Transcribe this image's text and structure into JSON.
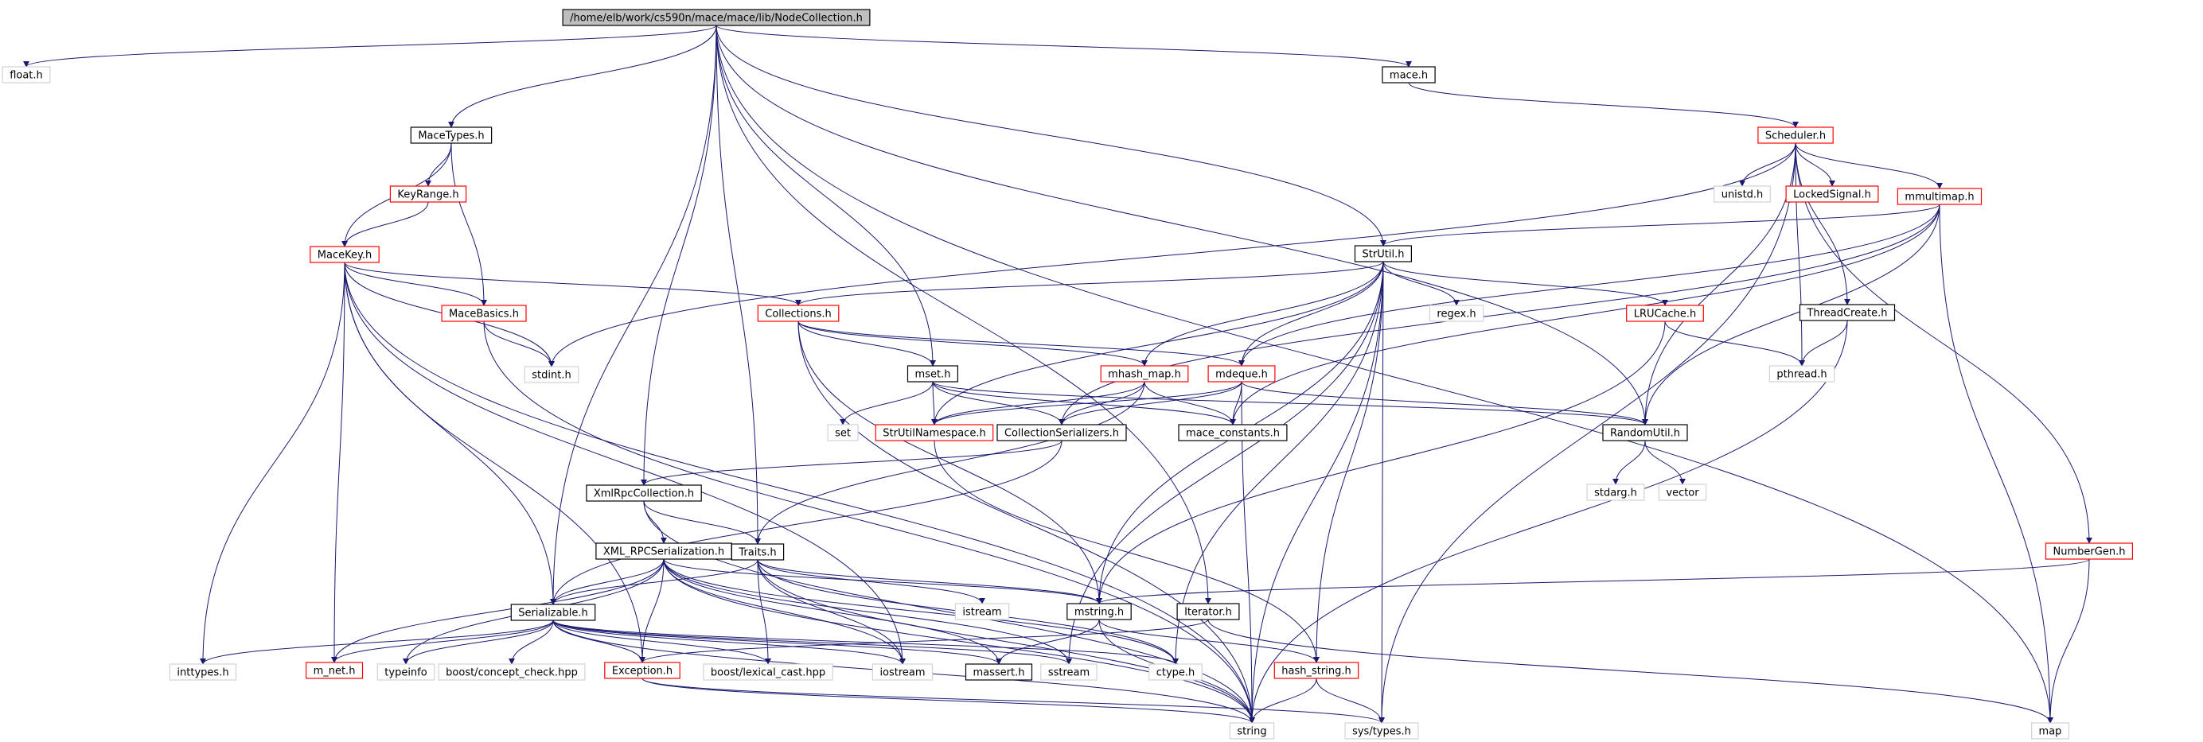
{
  "colors": {
    "edge": "#191970",
    "root_fill": "#bfbfbf",
    "documented_border": "#000000",
    "undocumented_border": "#ff0000",
    "external_border": "#d3d3d3",
    "text": "#000000"
  },
  "nodes": [
    {
      "id": "root",
      "label": "/home/elb/work/cs590n/mace/mace/lib/NodeCollection.h",
      "kind": "root"
    },
    {
      "id": "float",
      "label": "float.h",
      "kind": "external"
    },
    {
      "id": "macetypes",
      "label": "MaceTypes.h",
      "kind": "documented"
    },
    {
      "id": "keyrange",
      "label": "KeyRange.h",
      "kind": "undocumented"
    },
    {
      "id": "macekey",
      "label": "MaceKey.h",
      "kind": "undocumented"
    },
    {
      "id": "macebasics",
      "label": "MaceBasics.h",
      "kind": "undocumented"
    },
    {
      "id": "stdint",
      "label": "stdint.h",
      "kind": "external"
    },
    {
      "id": "collections",
      "label": "Collections.h",
      "kind": "undocumented"
    },
    {
      "id": "mace",
      "label": "mace.h",
      "kind": "documented"
    },
    {
      "id": "scheduler",
      "label": "Scheduler.h",
      "kind": "undocumented"
    },
    {
      "id": "unistd",
      "label": "unistd.h",
      "kind": "external"
    },
    {
      "id": "lockedsignal",
      "label": "LockedSignal.h",
      "kind": "undocumented"
    },
    {
      "id": "mmultimap",
      "label": "mmultimap.h",
      "kind": "undocumented"
    },
    {
      "id": "strutil",
      "label": "StrUtil.h",
      "kind": "documented"
    },
    {
      "id": "regex",
      "label": "regex.h",
      "kind": "external"
    },
    {
      "id": "lrucache",
      "label": "LRUCache.h",
      "kind": "undocumented"
    },
    {
      "id": "threadcreate",
      "label": "ThreadCreate.h",
      "kind": "documented"
    },
    {
      "id": "pthread",
      "label": "pthread.h",
      "kind": "external"
    },
    {
      "id": "mset",
      "label": "mset.h",
      "kind": "documented"
    },
    {
      "id": "mhashmap",
      "label": "mhash_map.h",
      "kind": "undocumented"
    },
    {
      "id": "mdeque",
      "label": "mdeque.h",
      "kind": "undocumented"
    },
    {
      "id": "set",
      "label": "set",
      "kind": "external"
    },
    {
      "id": "strutilns",
      "label": "StrUtilNamespace.h",
      "kind": "undocumented"
    },
    {
      "id": "collser",
      "label": "CollectionSerializers.h",
      "kind": "documented"
    },
    {
      "id": "maceconst",
      "label": "mace_constants.h",
      "kind": "documented"
    },
    {
      "id": "randomutil",
      "label": "RandomUtil.h",
      "kind": "documented"
    },
    {
      "id": "stdarg",
      "label": "stdarg.h",
      "kind": "external"
    },
    {
      "id": "vector",
      "label": "vector",
      "kind": "external"
    },
    {
      "id": "xmlrpccoll",
      "label": "XmlRpcCollection.h",
      "kind": "documented"
    },
    {
      "id": "xmlrpcser",
      "label": "XML_RPCSerialization.h",
      "kind": "documented"
    },
    {
      "id": "traits",
      "label": "Traits.h",
      "kind": "documented"
    },
    {
      "id": "istream",
      "label": "istream",
      "kind": "external"
    },
    {
      "id": "mstring",
      "label": "mstring.h",
      "kind": "documented"
    },
    {
      "id": "iterator",
      "label": "Iterator.h",
      "kind": "documented"
    },
    {
      "id": "numbergen",
      "label": "NumberGen.h",
      "kind": "undocumented"
    },
    {
      "id": "serializable",
      "label": "Serializable.h",
      "kind": "documented"
    },
    {
      "id": "inttypes",
      "label": "inttypes.h",
      "kind": "external"
    },
    {
      "id": "mnet",
      "label": "m_net.h",
      "kind": "undocumented"
    },
    {
      "id": "typeinfo",
      "label": "typeinfo",
      "kind": "external"
    },
    {
      "id": "concept",
      "label": "boost/concept_check.hpp",
      "kind": "external"
    },
    {
      "id": "exception",
      "label": "Exception.h",
      "kind": "undocumented"
    },
    {
      "id": "lexical",
      "label": "boost/lexical_cast.hpp",
      "kind": "external"
    },
    {
      "id": "iostream",
      "label": "iostream",
      "kind": "external"
    },
    {
      "id": "massert",
      "label": "massert.h",
      "kind": "documented"
    },
    {
      "id": "sstream",
      "label": "sstream",
      "kind": "external"
    },
    {
      "id": "ctype",
      "label": "ctype.h",
      "kind": "external"
    },
    {
      "id": "hashstring",
      "label": "hash_string.h",
      "kind": "undocumented"
    },
    {
      "id": "string",
      "label": "string",
      "kind": "external"
    },
    {
      "id": "systypes",
      "label": "sys/types.h",
      "kind": "external"
    },
    {
      "id": "map",
      "label": "map",
      "kind": "external"
    }
  ],
  "edges": [
    [
      "root",
      "float"
    ],
    [
      "root",
      "macetypes"
    ],
    [
      "root",
      "mace"
    ],
    [
      "root",
      "strutil"
    ],
    [
      "root",
      "mset"
    ],
    [
      "root",
      "xmlrpccoll"
    ],
    [
      "root",
      "traits"
    ],
    [
      "root",
      "iterator"
    ],
    [
      "root",
      "serializable"
    ],
    [
      "root",
      "randomutil"
    ],
    [
      "root",
      "map"
    ],
    [
      "macetypes",
      "keyrange"
    ],
    [
      "macetypes",
      "macekey"
    ],
    [
      "macetypes",
      "macebasics"
    ],
    [
      "keyrange",
      "macekey"
    ],
    [
      "macekey",
      "macebasics"
    ],
    [
      "macekey",
      "stdint"
    ],
    [
      "macekey",
      "collections"
    ],
    [
      "macekey",
      "serializable"
    ],
    [
      "macekey",
      "inttypes"
    ],
    [
      "macekey",
      "mnet"
    ],
    [
      "macekey",
      "exception"
    ],
    [
      "macekey",
      "string"
    ],
    [
      "macekey",
      "iostream"
    ],
    [
      "macebasics",
      "stdint"
    ],
    [
      "macebasics",
      "string"
    ],
    [
      "mace",
      "scheduler"
    ],
    [
      "scheduler",
      "stdint"
    ],
    [
      "scheduler",
      "unistd"
    ],
    [
      "scheduler",
      "lockedsignal"
    ],
    [
      "scheduler",
      "mmultimap"
    ],
    [
      "scheduler",
      "threadcreate"
    ],
    [
      "scheduler",
      "pthread"
    ],
    [
      "scheduler",
      "numbergen"
    ],
    [
      "scheduler",
      "systypes"
    ],
    [
      "scheduler",
      "randomutil"
    ],
    [
      "mmultimap",
      "strutil"
    ],
    [
      "mmultimap",
      "mdeque"
    ],
    [
      "mmultimap",
      "collser"
    ],
    [
      "mmultimap",
      "maceconst"
    ],
    [
      "mmultimap",
      "randomutil"
    ],
    [
      "mmultimap",
      "map"
    ],
    [
      "strutil",
      "collections"
    ],
    [
      "strutil",
      "regex"
    ],
    [
      "strutil",
      "lrucache"
    ],
    [
      "strutil",
      "mhashmap"
    ],
    [
      "strutil",
      "mdeque"
    ],
    [
      "strutil",
      "strutilns"
    ],
    [
      "strutil",
      "hashstring"
    ],
    [
      "strutil",
      "string"
    ],
    [
      "strutil",
      "ctype"
    ],
    [
      "strutil",
      "sstream"
    ],
    [
      "strutil",
      "mstring"
    ],
    [
      "strutil",
      "systypes"
    ],
    [
      "lrucache",
      "pthread"
    ],
    [
      "lrucache",
      "mstring"
    ],
    [
      "threadcreate",
      "pthread"
    ],
    [
      "threadcreate",
      "string"
    ],
    [
      "collections",
      "mset"
    ],
    [
      "collections",
      "mhashmap"
    ],
    [
      "collections",
      "mdeque"
    ],
    [
      "collections",
      "mstring"
    ],
    [
      "collections",
      "string"
    ],
    [
      "mset",
      "set"
    ],
    [
      "mset",
      "strutilns"
    ],
    [
      "mset",
      "collser"
    ],
    [
      "mset",
      "maceconst"
    ],
    [
      "mset",
      "randomutil"
    ],
    [
      "mhashmap",
      "strutilns"
    ],
    [
      "mhashmap",
      "collser"
    ],
    [
      "mhashmap",
      "maceconst"
    ],
    [
      "mhashmap",
      "traits"
    ],
    [
      "mdeque",
      "strutilns"
    ],
    [
      "mdeque",
      "collser"
    ],
    [
      "mdeque",
      "maceconst"
    ],
    [
      "mdeque",
      "randomutil"
    ],
    [
      "mdeque",
      "string"
    ],
    [
      "strutilns",
      "hashstring"
    ],
    [
      "collser",
      "xmlrpccoll"
    ],
    [
      "collser",
      "serializable"
    ],
    [
      "randomutil",
      "stdarg"
    ],
    [
      "randomutil",
      "vector"
    ],
    [
      "xmlrpccoll",
      "xmlrpcser"
    ],
    [
      "xmlrpccoll",
      "traits"
    ],
    [
      "xmlrpccoll",
      "string"
    ],
    [
      "xmlrpcser",
      "serializable"
    ],
    [
      "xmlrpcser",
      "mnet"
    ],
    [
      "xmlrpcser",
      "typeinfo"
    ],
    [
      "xmlrpcser",
      "exception"
    ],
    [
      "xmlrpcser",
      "iostream"
    ],
    [
      "xmlrpcser",
      "sstream"
    ],
    [
      "xmlrpcser",
      "ctype"
    ],
    [
      "xmlrpcser",
      "mstring"
    ],
    [
      "xmlrpcser",
      "string"
    ],
    [
      "xmlrpcser",
      "massert"
    ],
    [
      "traits",
      "serializable"
    ],
    [
      "traits",
      "istream"
    ],
    [
      "traits",
      "mstring"
    ],
    [
      "traits",
      "lexical"
    ],
    [
      "traits",
      "iostream"
    ],
    [
      "traits",
      "ctype"
    ],
    [
      "traits",
      "string"
    ],
    [
      "mstring",
      "hashstring"
    ],
    [
      "mstring",
      "massert"
    ],
    [
      "mstring",
      "string"
    ],
    [
      "iterator",
      "map"
    ],
    [
      "iterator",
      "exception"
    ],
    [
      "numbergen",
      "mstring"
    ],
    [
      "numbergen",
      "map"
    ],
    [
      "serializable",
      "inttypes"
    ],
    [
      "serializable",
      "mnet"
    ],
    [
      "serializable",
      "typeinfo"
    ],
    [
      "serializable",
      "concept"
    ],
    [
      "serializable",
      "exception"
    ],
    [
      "serializable",
      "lexical"
    ],
    [
      "serializable",
      "iostream"
    ],
    [
      "serializable",
      "massert"
    ],
    [
      "serializable",
      "sstream"
    ],
    [
      "serializable",
      "ctype"
    ],
    [
      "serializable",
      "string"
    ],
    [
      "exception",
      "string"
    ],
    [
      "exception",
      "systypes"
    ],
    [
      "hashstring",
      "string"
    ],
    [
      "hashstring",
      "systypes"
    ]
  ]
}
